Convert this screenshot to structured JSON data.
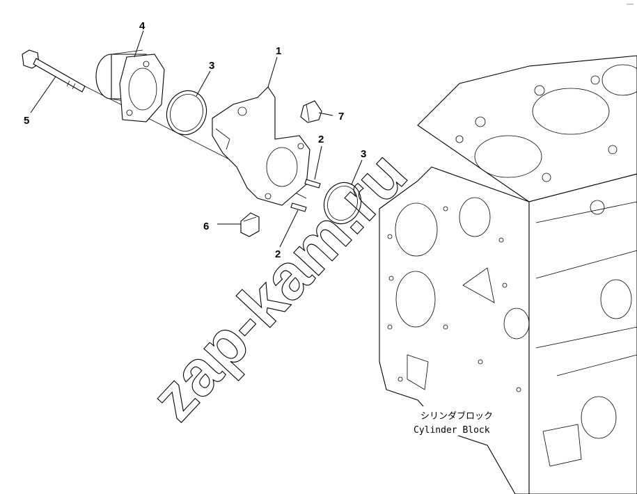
{
  "callouts": {
    "c1": "1",
    "c2a": "2",
    "c2b": "2",
    "c3a": "3",
    "c3b": "3",
    "c4": "4",
    "c5": "5",
    "c6": "6",
    "c7": "7"
  },
  "block_label": {
    "jp": "シリンダブロック",
    "en": "Cylinder Block"
  },
  "watermark": "zap-kam.ru",
  "colors": {
    "line": "#000000",
    "background": "#ffffff"
  }
}
